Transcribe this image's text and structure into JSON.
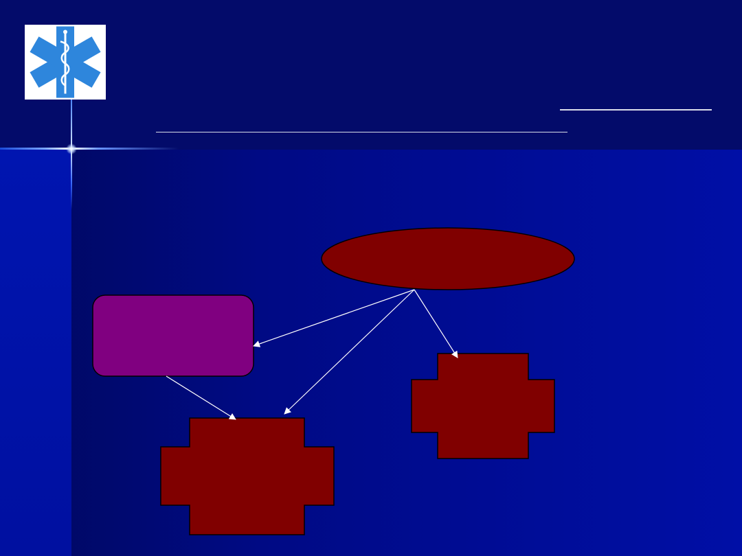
{
  "slide": {
    "title": "",
    "logo_icon": "star-of-life-icon"
  },
  "diagram": {
    "nodes": [
      {
        "id": "oval",
        "shape": "ellipse",
        "label": "",
        "fill": "#800000"
      },
      {
        "id": "purple-box",
        "shape": "rounded-rectangle",
        "label": "",
        "fill": "#800080"
      },
      {
        "id": "cross-right",
        "shape": "plus",
        "label": "",
        "fill": "#800000"
      },
      {
        "id": "cross-bottom",
        "shape": "plus",
        "label": "",
        "fill": "#800000"
      }
    ],
    "edges": [
      {
        "from": "oval",
        "to": "purple-box"
      },
      {
        "from": "oval",
        "to": "cross-bottom"
      },
      {
        "from": "oval",
        "to": "cross-right"
      },
      {
        "from": "purple-box",
        "to": "cross-bottom"
      }
    ]
  },
  "colors": {
    "header_background": "#030b6a",
    "body_background": "#000a84",
    "accent_line": "#d8e6ff",
    "logo_blue": "#2e86dc",
    "node_maroon": "#800000",
    "node_purple": "#800080",
    "connector": "#ffffff"
  }
}
